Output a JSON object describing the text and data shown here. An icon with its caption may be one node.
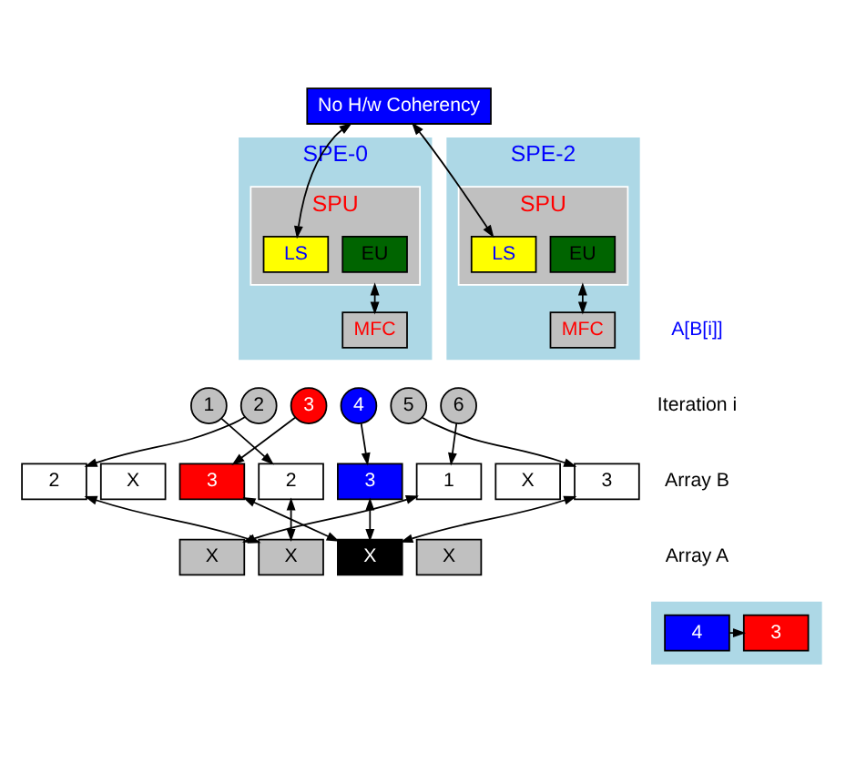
{
  "diagram": {
    "nodes": [
      {
        "text": [
          "No H/w Coherency"
        ]
      },
      {
        "text": [
          "SPE-0"
        ]
      },
      {
        "text": [
          "SPU"
        ],
        "in": 1
      },
      {
        "text": [
          "EU"
        ],
        "in": 2
      },
      {
        "text": [
          "LS"
        ],
        "in": 2
      },
      {
        "text": [
          "MFC"
        ],
        "in": 1
      },
      {
        "text": [
          "SPE-2"
        ]
      },
      {
        "text": [
          "SPU"
        ],
        "in": 6
      },
      {
        "text": [
          "EU"
        ],
        "in": 7
      },
      {
        "text": [
          "LS"
        ],
        "in": 7
      },
      {
        "text": [
          "MFC"
        ],
        "in": 6
      },
      {
        "text": [
          "1"
        ]
      },
      {
        "text": [
          "2"
        ]
      },
      {
        "text": [
          "3"
        ]
      },
      {
        "text": [
          "4"
        ]
      },
      {
        "text": [
          "5"
        ]
      },
      {
        "text": [
          "6"
        ]
      },
      {
        "text": [
          "2"
        ]
      },
      {
        "text": [
          "X"
        ]
      },
      {
        "text": [
          "3"
        ]
      },
      {
        "text": [
          "2"
        ]
      },
      {
        "text": [
          "3"
        ]
      },
      {
        "text": [
          "1"
        ]
      },
      {
        "text": [
          "X"
        ]
      },
      {
        "text": [
          "3"
        ]
      },
      {
        "text": [
          "X"
        ]
      },
      {
        "text": [
          "X"
        ]
      },
      {
        "text": [
          "X"
        ]
      },
      {
        "text": [
          "X"
        ]
      },
      {
        "text": [],
        "shape": "box"
      },
      {
        "text": [
          "4"
        ],
        "in": 29
      },
      {
        "text": [
          "3"
        ],
        "in": 29
      }
    ],
    "edges": [
      {
        "from": 0,
        "to": 4,
        "arrow": "both"
      },
      {
        "from": 0,
        "to": 9,
        "arrow": "both"
      },
      {
        "from": 2,
        "to": 5,
        "arrow": "both"
      },
      {
        "from": 7,
        "to": 10,
        "arrow": "both"
      },
      {
        "from": 11,
        "to": 20,
        "arrow": "to"
      },
      {
        "from": 12,
        "to": 17,
        "arrow": "to"
      },
      {
        "from": 13,
        "to": 19,
        "arrow": "to"
      },
      {
        "from": 14,
        "to": 21,
        "arrow": "to"
      },
      {
        "from": 15,
        "to": 24,
        "arrow": "to"
      },
      {
        "from": 16,
        "to": 22,
        "arrow": "to"
      },
      {
        "from": 17,
        "to": 26,
        "arrow": "both"
      },
      {
        "from": 19,
        "to": 27,
        "arrow": "both"
      },
      {
        "from": 20,
        "to": 26,
        "arrow": "both"
      },
      {
        "from": 21,
        "to": 27,
        "arrow": "both"
      },
      {
        "from": 22,
        "to": 25,
        "arrow": "both"
      },
      {
        "from": 24,
        "to": 27,
        "arrow": "both"
      },
      {
        "from": 30,
        "to": 31,
        "arrow": "to"
      }
    ],
    "labels": [
      "A[B[i]]",
      "Iteration i",
      "Array B",
      "Array A"
    ]
  }
}
